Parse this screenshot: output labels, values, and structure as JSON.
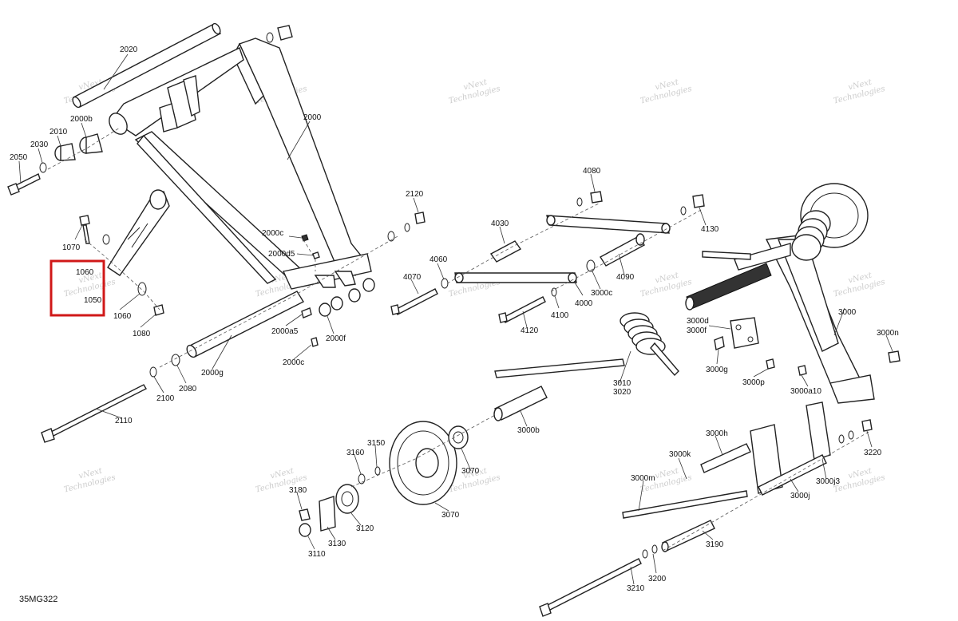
{
  "diagram_id": "35MG322",
  "highlight_color": "#d01818",
  "watermark": {
    "line1": "vNext",
    "line2": "Technologies",
    "color": "#cccccc"
  },
  "callouts": {
    "c2020": "2020",
    "c2010": "2010",
    "c2000b": "2000b",
    "c2030": "2030",
    "c2050": "2050",
    "c2000": "2000",
    "c1070": "1070",
    "c1060": "1060",
    "c1050": "1050",
    "c1060b": "1060",
    "c1080": "1080",
    "c2000c": "2000c",
    "c2000d5": "2000d5",
    "c2000a5": "2000a5",
    "c2000f": "2000f",
    "c2000c2": "2000c",
    "c2000g": "2000g",
    "c2100": "2100",
    "c2080": "2080",
    "c2110": "2110",
    "c2120": "2120",
    "c4070": "4070",
    "c4060": "4060",
    "c4030": "4030",
    "c4080": "4080",
    "c4130": "4130",
    "c4090": "4090",
    "c3000c": "3000c",
    "c4000": "4000",
    "c4100": "4100",
    "c4120": "4120",
    "c3000": "3000",
    "c3000d": "3000d",
    "c3000f": "3000f",
    "c3000g": "3000g",
    "c3000n": "3000n",
    "c3000p": "3000p",
    "c3000a10": "3000a10",
    "c3010": "3010",
    "c3020": "3020",
    "c3000b": "3000b",
    "c3150": "3150",
    "c3160": "3160",
    "c3180": "3180",
    "c3120": "3120",
    "c3130": "3130",
    "c3110": "3110",
    "c3070": "3070",
    "c3070b": "3070",
    "c3000h": "3000h",
    "c3000k": "3000k",
    "c3000m": "3000m",
    "c3000j3": "3000j3",
    "c3000j": "3000j",
    "c3220": "3220",
    "c3190": "3190",
    "c3200": "3200",
    "c3210": "3210"
  }
}
